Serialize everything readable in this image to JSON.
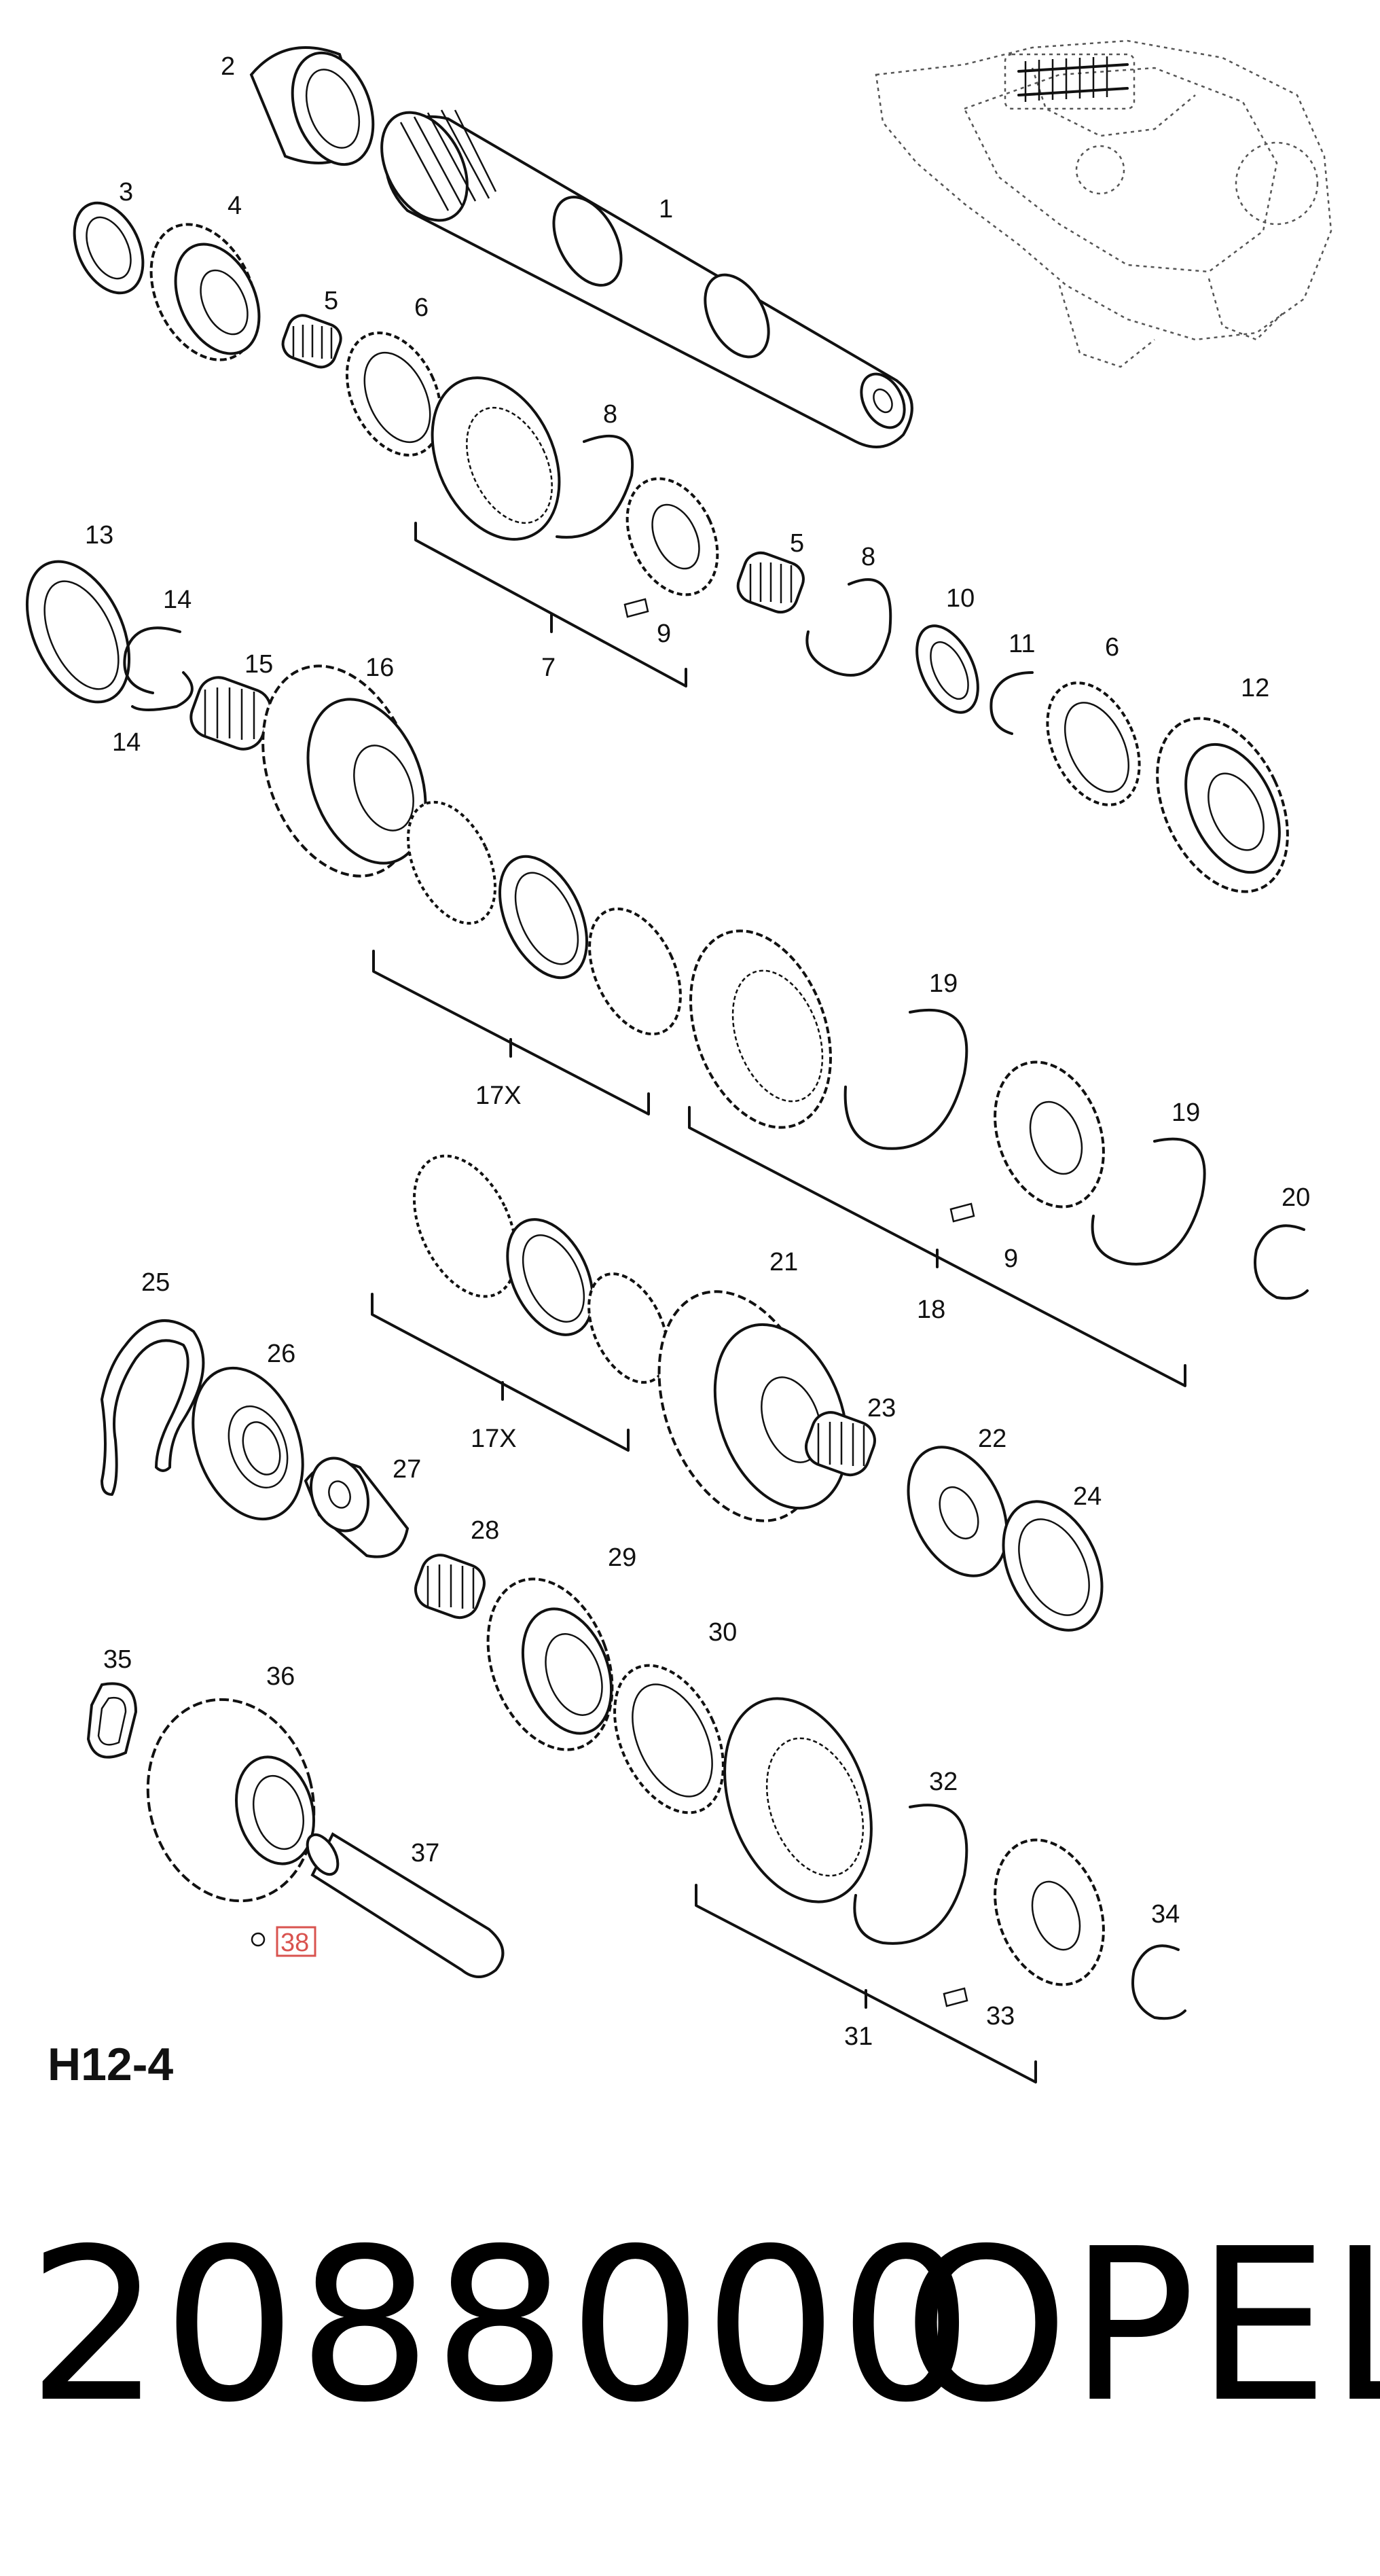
{
  "diagram": {
    "code": "H12-4",
    "highlighted_part": "38",
    "highlight_color": "#d9534f",
    "labels": [
      "1",
      "2",
      "3",
      "4",
      "5",
      "6",
      "7",
      "8",
      "9",
      "13",
      "14",
      "15",
      "16",
      "5",
      "8",
      "10",
      "11",
      "6",
      "12",
      "14",
      "17X",
      "19",
      "19",
      "9",
      "20",
      "18",
      "17X",
      "21",
      "25",
      "26",
      "23",
      "22",
      "24",
      "27",
      "28",
      "29",
      "30",
      "35",
      "36",
      "37",
      "38",
      "32",
      "34",
      "31",
      "33"
    ]
  },
  "footer": {
    "part_number": "2088000",
    "brand": "OPEL"
  }
}
